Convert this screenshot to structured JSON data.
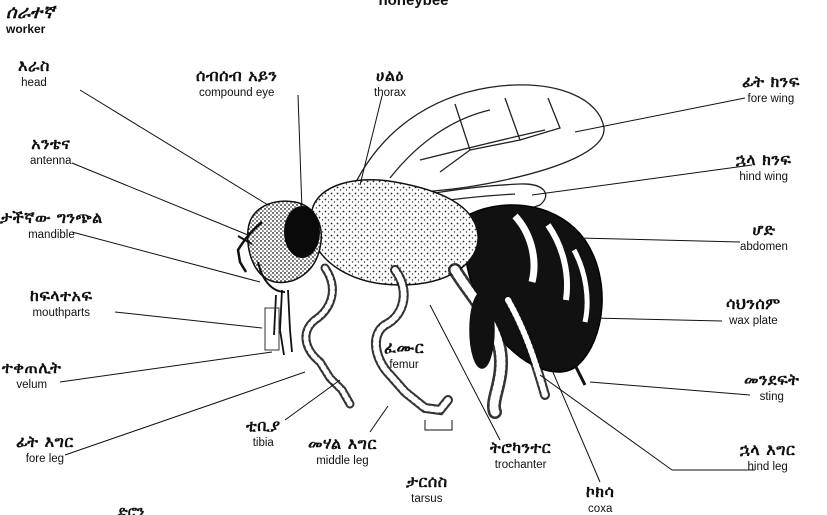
{
  "title": "honeybee",
  "caste": {
    "am": "ሰራተኛ",
    "en": "worker"
  },
  "labels": {
    "head": {
      "am": "እራስ",
      "en": "head"
    },
    "compound_eye": {
      "am": "ሰብሰብ አይን",
      "en": "compound eye"
    },
    "thorax": {
      "am": "ሀልዕ",
      "en": "thorax"
    },
    "fore_wing": {
      "am": "ፊት ክንፍ",
      "en": "fore wing"
    },
    "antenna": {
      "am": "አንቴና",
      "en": "antenna"
    },
    "hind_wing": {
      "am": "ኋላ ክንፍ",
      "en": "hind wing"
    },
    "mandible": {
      "am": "ታችኛው ግንጭል",
      "en": "mandible"
    },
    "abdomen": {
      "am": "ሆድ",
      "en": "abdomen"
    },
    "mouthparts": {
      "am": "ከፍላተአፍ",
      "en": "mouthparts"
    },
    "wax_plate": {
      "am": "ሳህንሰም",
      "en": "wax plate"
    },
    "femur": {
      "am": "ፈሙር",
      "en": "femur"
    },
    "velum": {
      "am": "ተቀጠሊት",
      "en": "velum"
    },
    "sting": {
      "am": "መንደፍት",
      "en": "sting"
    },
    "tibia": {
      "am": "ቲቢያ",
      "en": "tibia"
    },
    "fore_leg": {
      "am": "ፊት እግር",
      "en": "fore leg"
    },
    "middle_leg": {
      "am": "መሃል እግር",
      "en": "middle leg"
    },
    "trochanter": {
      "am": "ትሮካንተር",
      "en": "trochanter"
    },
    "hind_leg": {
      "am": "ኋላ እግር",
      "en": "hind leg"
    },
    "tarsus": {
      "am": "ታርሰስ",
      "en": "tarsus"
    },
    "coxa": {
      "am": "ኮክሳ",
      "en": "coxa"
    }
  },
  "bottom_partial": "ድሮን"
}
